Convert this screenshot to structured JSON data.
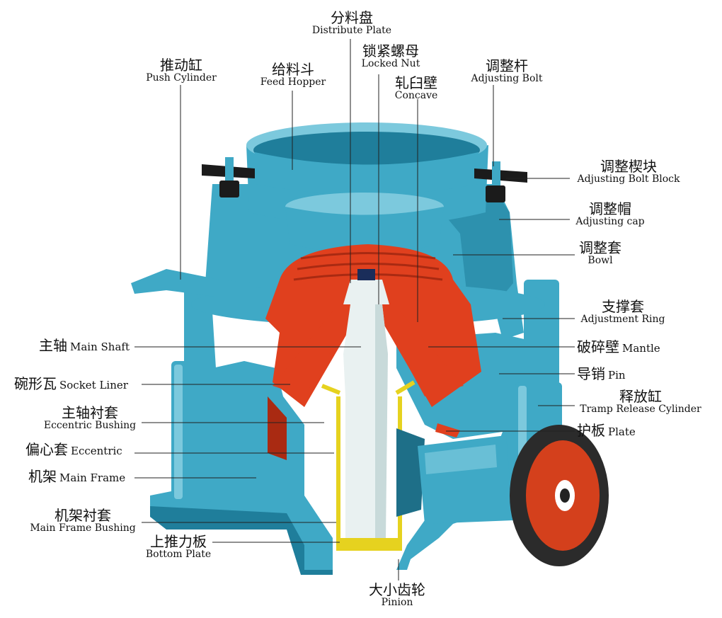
{
  "colors": {
    "body": "#3fa9c6",
    "body_dark": "#1f7e9b",
    "body_light": "#7cc9dd",
    "mantle": "#e0401e",
    "mantle_dark": "#a92a12",
    "shaft": "#e9f1f1",
    "liner": "#e6d21f",
    "pulley_tire": "#2b2b2b",
    "pulley_hub": "#d4401c",
    "leader": "#222222"
  },
  "labels": {
    "distribute_plate": {
      "zh": "分料盘",
      "en": "Distribute Plate"
    },
    "locked_nut": {
      "zh": "锁紧螺母",
      "en": "Locked Nut"
    },
    "concave": {
      "zh": "轧臼壁",
      "en": "Concave"
    },
    "push_cylinder": {
      "zh": "推动缸",
      "en": "Push Cylinder"
    },
    "feed_hopper": {
      "zh": "给料斗",
      "en": "Feed Hopper"
    },
    "adjusting_bolt": {
      "zh": "调整杆",
      "en": "Adjusting Bolt"
    },
    "adjusting_bolt_block": {
      "zh": "调整楔块",
      "en": "Adjusting Bolt Block"
    },
    "adjusting_cap": {
      "zh": "调整帽",
      "en": "Adjusting cap"
    },
    "bowl": {
      "zh": "调整套",
      "en": "Bowl"
    },
    "adjustment_ring": {
      "zh": "支撑套",
      "en": "Adjustment Ring"
    },
    "main_shaft": {
      "zh": "主轴",
      "en": "Main Shaft"
    },
    "mantle": {
      "zh": "破碎壁",
      "en": "Mantle"
    },
    "socket_liner": {
      "zh": "碗形瓦",
      "en": "Socket Liner"
    },
    "pin": {
      "zh": "导销",
      "en": "Pin"
    },
    "tramp_release_cylinder": {
      "zh": "释放缸",
      "en": "Tramp Release Cylinder"
    },
    "eccentric_bushing": {
      "zh": "主轴衬套",
      "en": "Eccentric Bushing"
    },
    "plate": {
      "zh": "护板",
      "en": "Plate"
    },
    "eccentric": {
      "zh": "偏心套",
      "en": "Eccentric"
    },
    "main_frame": {
      "zh": "机架",
      "en": "Main Frame"
    },
    "main_frame_bushing": {
      "zh": "机架衬套",
      "en": "Main Frame Bushing"
    },
    "bottom_plate": {
      "zh": "上推力板",
      "en": "Bottom Plate"
    },
    "pinion": {
      "zh": "大小齿轮",
      "en": "Pinion"
    }
  }
}
